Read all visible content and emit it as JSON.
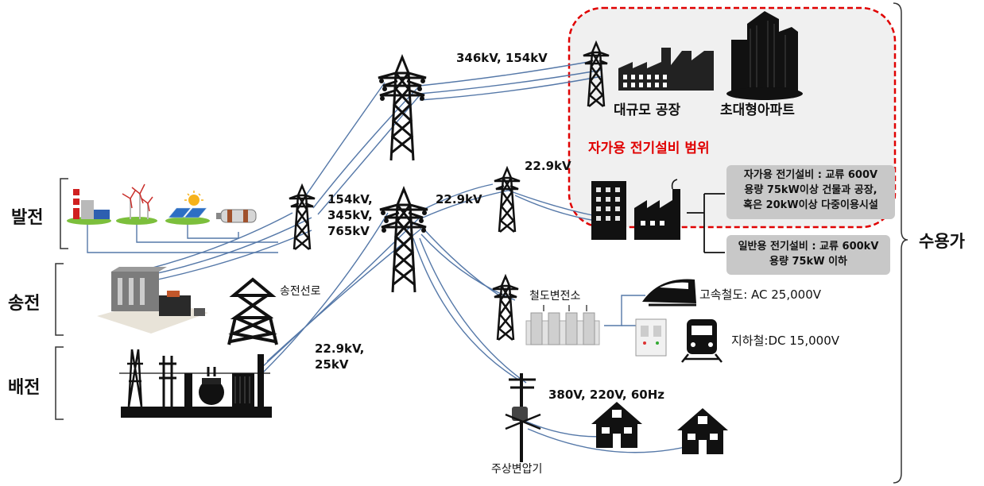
{
  "stages": {
    "generation": "발전",
    "transmission": "송전",
    "distribution": "배전"
  },
  "voltages": {
    "top_line": "346kV,  154kV",
    "transmission_tower": [
      "154kV,",
      "345kV,",
      "765kV"
    ],
    "distribution_out": [
      "22.9kV,",
      "25kV"
    ],
    "distribution_tower": "22.9kV",
    "branch_tower": "22.9kV",
    "pole": "380V,  220V,  60Hz"
  },
  "labels": {
    "transmission_line": "송전선로",
    "railway_substation": "철도변전소",
    "pole_transformer": "주상변압기",
    "large_factory": "대규모 공장",
    "highrise_apartment": "초대형아파트",
    "high_speed_rail": "고속철도: AC 25,000V",
    "subway": "지하철:DC 15,000V"
  },
  "private_scope": {
    "title": "자가용 전기설비 범위",
    "note": [
      "자가용 전기설비 : 교류 600V",
      "용량 75kW이상 건물과 공장,",
      "혹은 20kW이상 다중이용시설"
    ]
  },
  "general_note": [
    "일반용 전기설비 : 교류 600kV",
    "용량 75kW 이하"
  ],
  "consumer": "수용가",
  "colors": {
    "scope_border": "#e00000",
    "scope_fill": "#f0f0f0",
    "wire": "#5578a8",
    "note_fill": "#c8c8c8"
  }
}
